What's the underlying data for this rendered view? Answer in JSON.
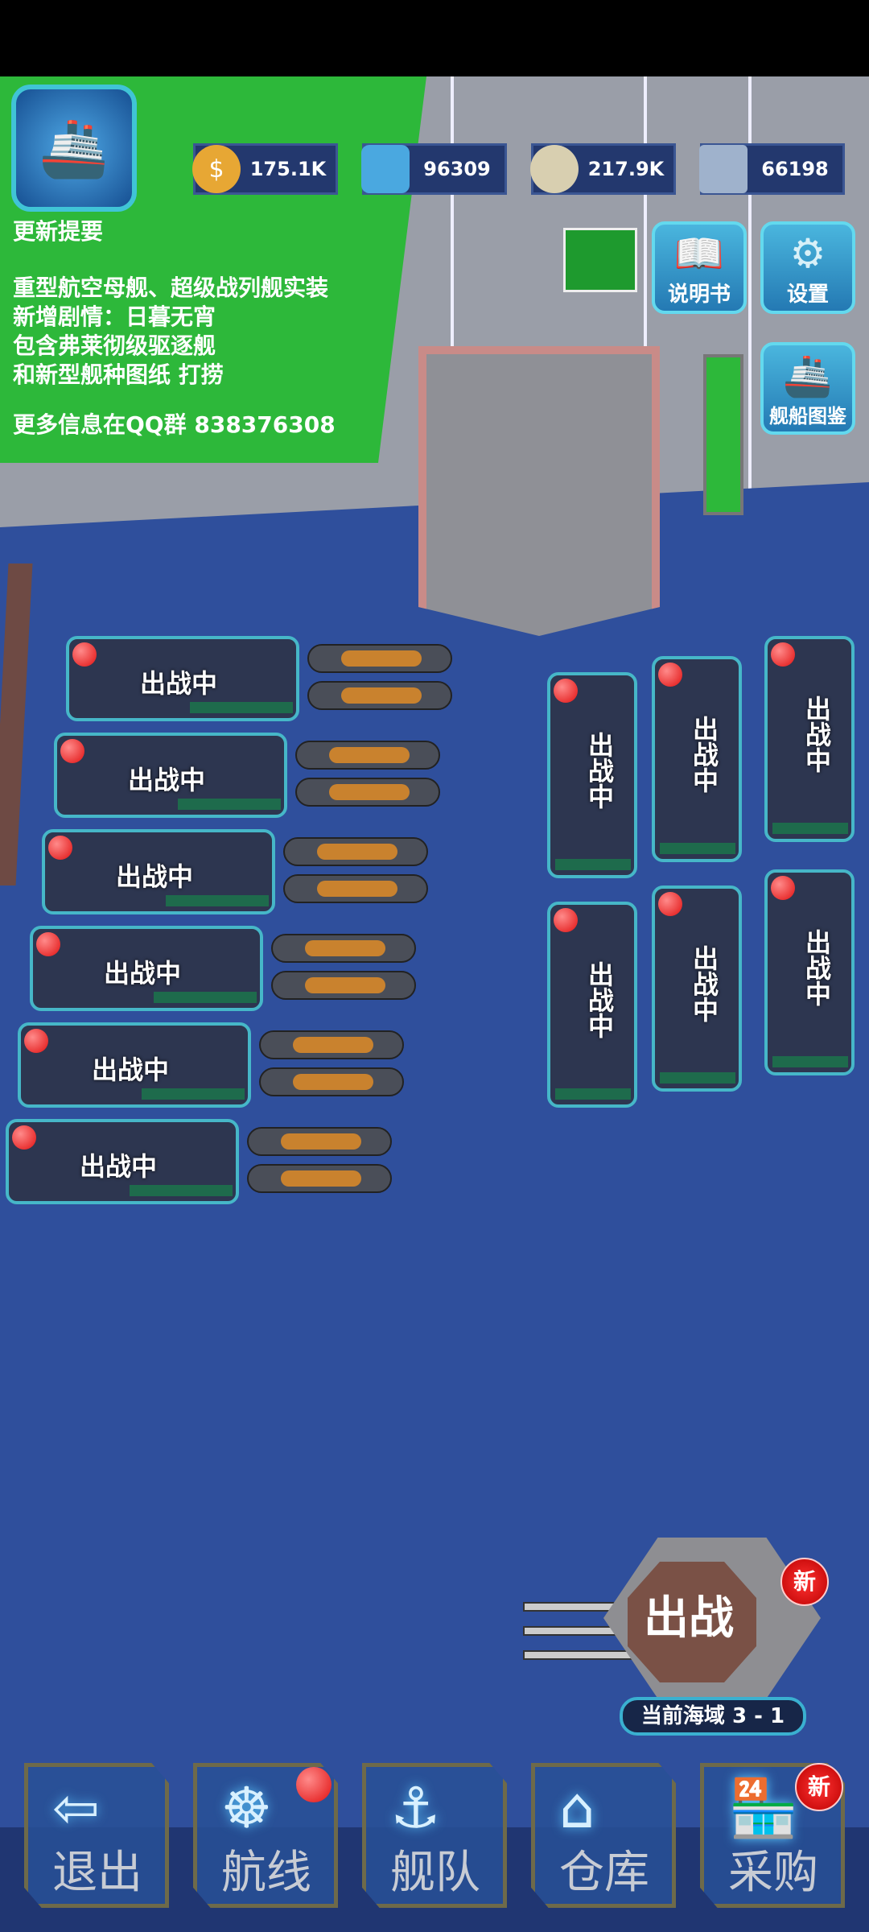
{
  "resources": [
    {
      "icon": "coin-icon",
      "value": "175.1K"
    },
    {
      "icon": "oil-barrel-icon",
      "value": "96309"
    },
    {
      "icon": "ammo-icon",
      "value": "217.9K"
    },
    {
      "icon": "steel-icon",
      "value": "66198"
    }
  ],
  "update_notes": {
    "title": "更新提要",
    "lines": [
      "重型航空母舰、超级战列舰实装",
      "新增剧情：日暮无宵",
      "包含弗莱彻级驱逐舰",
      "和新型舰种图纸 打捞"
    ],
    "footer": "更多信息在QQ群 838376308"
  },
  "buttons": {
    "manual": "说明书",
    "settings": "设置",
    "encyclopedia": "舰船图鉴"
  },
  "carrier_status": "出战中",
  "carrier_count": 6,
  "sub_status": "出战中",
  "battle": {
    "label": "出战",
    "new_badge": "新",
    "zone": "当前海域 3 - 1"
  },
  "nav": [
    {
      "label": "退出",
      "icon": "exit-icon"
    },
    {
      "label": "航线",
      "icon": "helm-icon"
    },
    {
      "label": "舰队",
      "icon": "anchor-icon"
    },
    {
      "label": "仓库",
      "icon": "warehouse-icon"
    },
    {
      "label": "采购",
      "icon": "shop-icon"
    }
  ],
  "shop_new_badge": "新"
}
